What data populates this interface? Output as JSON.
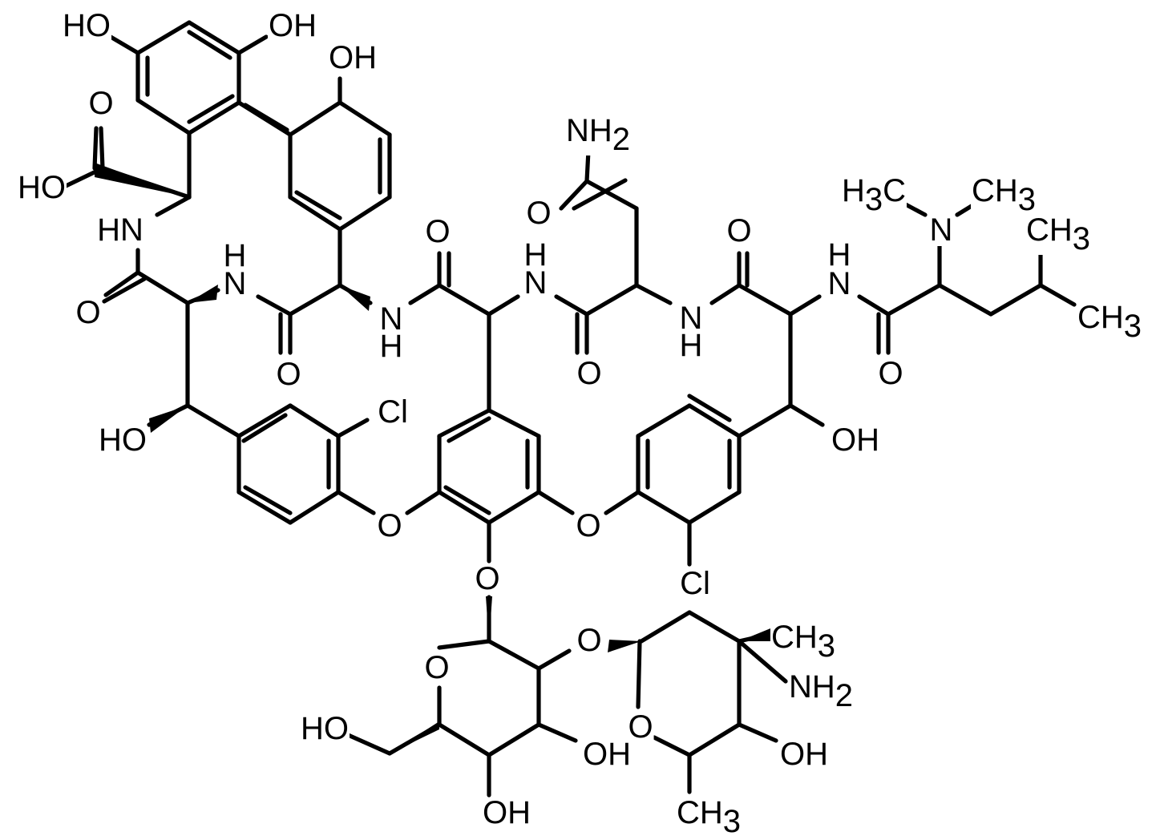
{
  "colors": {
    "bond": "#000000",
    "label": "#000000",
    "background": "#ffffff"
  },
  "atom_labels": [
    {
      "id": "ho-top-left",
      "parts": [
        {
          "t": "HO"
        }
      ]
    },
    {
      "id": "oh-top-mid",
      "parts": [
        {
          "t": "OH"
        }
      ]
    },
    {
      "id": "oh-top-right",
      "parts": [
        {
          "t": "OH"
        }
      ]
    },
    {
      "id": "acid-carbonyl-o",
      "parts": [
        {
          "t": "O"
        }
      ]
    },
    {
      "id": "acid-ho",
      "parts": [
        {
          "t": "HO"
        }
      ]
    },
    {
      "id": "nh-1",
      "parts": [
        {
          "t": "HN"
        }
      ]
    },
    {
      "id": "amide-o-1",
      "parts": [
        {
          "t": "O"
        }
      ]
    },
    {
      "id": "nh-2-h",
      "parts": [
        {
          "t": "H"
        }
      ]
    },
    {
      "id": "nh-2-n",
      "parts": [
        {
          "t": "N"
        }
      ]
    },
    {
      "id": "amide-o-2",
      "parts": [
        {
          "t": "O"
        }
      ]
    },
    {
      "id": "nh-3-n",
      "parts": [
        {
          "t": "N"
        }
      ]
    },
    {
      "id": "nh-3-h",
      "parts": [
        {
          "t": "H"
        }
      ]
    },
    {
      "id": "amide-o-3",
      "parts": [
        {
          "t": "O"
        }
      ]
    },
    {
      "id": "nh-4-h",
      "parts": [
        {
          "t": "H"
        }
      ]
    },
    {
      "id": "nh-4-n",
      "parts": [
        {
          "t": "N"
        }
      ]
    },
    {
      "id": "amide-nh2",
      "parts": [
        {
          "t": "NH"
        },
        {
          "t": "2",
          "sub": true
        }
      ]
    },
    {
      "id": "side-chain-o",
      "parts": [
        {
          "t": "O"
        }
      ]
    },
    {
      "id": "amide-o-4",
      "parts": [
        {
          "t": "O"
        }
      ]
    },
    {
      "id": "nh-5-n",
      "parts": [
        {
          "t": "N"
        }
      ]
    },
    {
      "id": "nh-5-h",
      "parts": [
        {
          "t": "H"
        }
      ]
    },
    {
      "id": "amide-o-5",
      "parts": [
        {
          "t": "O"
        }
      ]
    },
    {
      "id": "nh-6-h",
      "parts": [
        {
          "t": "H"
        }
      ]
    },
    {
      "id": "nh-6-n",
      "parts": [
        {
          "t": "N"
        }
      ]
    },
    {
      "id": "amide-o-6",
      "parts": [
        {
          "t": "O"
        }
      ]
    },
    {
      "id": "n-methyl-left",
      "parts": [
        {
          "t": "H"
        },
        {
          "t": "3",
          "sub": true
        },
        {
          "t": "C"
        }
      ]
    },
    {
      "id": "n-methyl-right",
      "parts": [
        {
          "t": "CH"
        },
        {
          "t": "3",
          "sub": true
        }
      ]
    },
    {
      "id": "dimethylamino-n",
      "parts": [
        {
          "t": "N"
        }
      ]
    },
    {
      "id": "leucine-ch3-upper",
      "parts": [
        {
          "t": "CH"
        },
        {
          "t": "3",
          "sub": true
        }
      ]
    },
    {
      "id": "leucine-ch3-lower",
      "parts": [
        {
          "t": "CH"
        },
        {
          "t": "3",
          "sub": true
        }
      ]
    },
    {
      "id": "ho-left-hydroxy",
      "parts": [
        {
          "t": "HO"
        }
      ]
    },
    {
      "id": "cl-left",
      "parts": [
        {
          "t": "Cl"
        }
      ]
    },
    {
      "id": "oh-right-hydroxy",
      "parts": [
        {
          "t": "OH"
        }
      ]
    },
    {
      "id": "ether-o-left",
      "parts": [
        {
          "t": "O"
        }
      ]
    },
    {
      "id": "ether-o-right",
      "parts": [
        {
          "t": "O"
        }
      ]
    },
    {
      "id": "cl-right",
      "parts": [
        {
          "t": "Cl"
        }
      ]
    },
    {
      "id": "glycoside-o",
      "parts": [
        {
          "t": "O"
        }
      ]
    },
    {
      "id": "glucose-ring-o",
      "parts": [
        {
          "t": "O"
        }
      ]
    },
    {
      "id": "interglycosidic-o",
      "parts": [
        {
          "t": "O"
        }
      ]
    },
    {
      "id": "sugar-ch3",
      "parts": [
        {
          "t": "CH"
        },
        {
          "t": "3",
          "sub": true
        }
      ]
    },
    {
      "id": "sugar-nh2",
      "parts": [
        {
          "t": "NH"
        },
        {
          "t": "2",
          "sub": true
        }
      ]
    },
    {
      "id": "amino-sugar-ring-o",
      "parts": [
        {
          "t": "O"
        }
      ]
    },
    {
      "id": "glucose-ch2oh",
      "parts": [
        {
          "t": "HO"
        }
      ]
    },
    {
      "id": "glucose-oh-3",
      "parts": [
        {
          "t": "OH"
        }
      ]
    },
    {
      "id": "sugar-oh",
      "parts": [
        {
          "t": "OH"
        }
      ]
    },
    {
      "id": "glucose-oh-4",
      "parts": [
        {
          "t": "OH"
        }
      ]
    },
    {
      "id": "sugar-terminal-ch3",
      "parts": [
        {
          "t": "CH"
        },
        {
          "t": "3",
          "sub": true
        }
      ]
    }
  ]
}
